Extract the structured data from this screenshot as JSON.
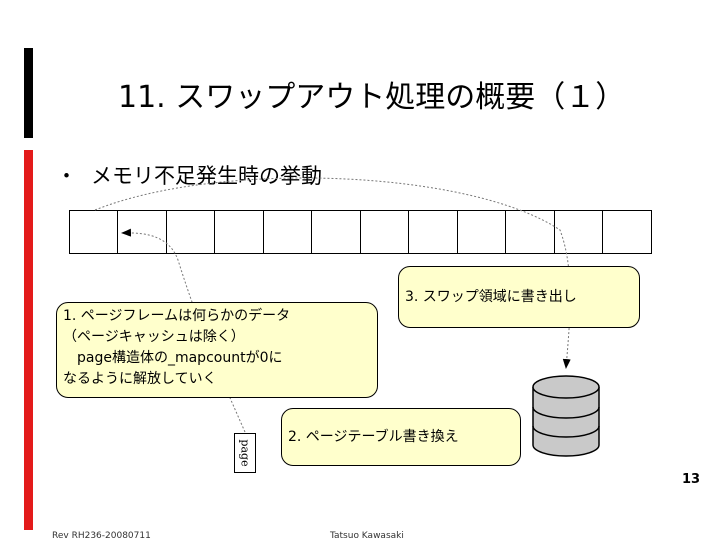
{
  "slide": {
    "title": "11. スワップアウト処理の概要（１）",
    "bullet": "メモリ不足発生時の挙動",
    "bullet_marker": "・",
    "page_number": "13",
    "footer_left": "Rev RH236-20080711",
    "footer_center": "Tatsuo Kawasaki"
  },
  "diagram": {
    "page_frames": 12,
    "callout1": {
      "lines": [
        "1. ページフレームは何らかのデータ",
        "（ページキャッシュは除く）",
        "　page構造体の_mapcountが0に",
        "なるように解放していく"
      ]
    },
    "callout2": {
      "text": "2. ページテーブル書き換え"
    },
    "callout3": {
      "text": "3. スワップ領域に書き出し"
    },
    "page_label": "page",
    "colors": {
      "callout_fill": "#ffffcc",
      "accent_red": "#e31a1a",
      "disk_gray": "#c9c9c9"
    }
  }
}
